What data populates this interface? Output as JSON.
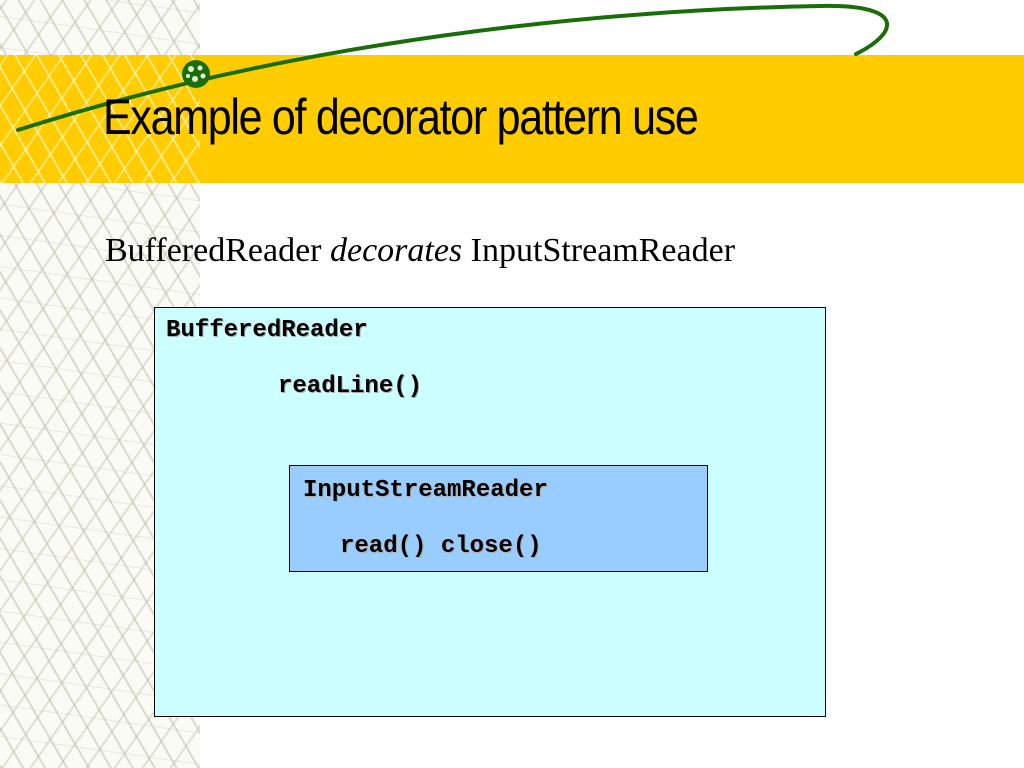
{
  "slide": {
    "title": "Example of decorator pattern use",
    "subtitle": {
      "part1": "BufferedReader",
      "emphasis": "decorates",
      "part2": "InputStreamReader"
    }
  },
  "diagram": {
    "outer": {
      "label": "BufferedReader",
      "methods": "readLine()",
      "fill": "#ccffff"
    },
    "inner": {
      "label": "InputStreamReader",
      "methods": "read() close()",
      "fill": "#99ccff"
    }
  },
  "colors": {
    "band": "#ffcc00",
    "swoosh": "#1a6e0a"
  }
}
